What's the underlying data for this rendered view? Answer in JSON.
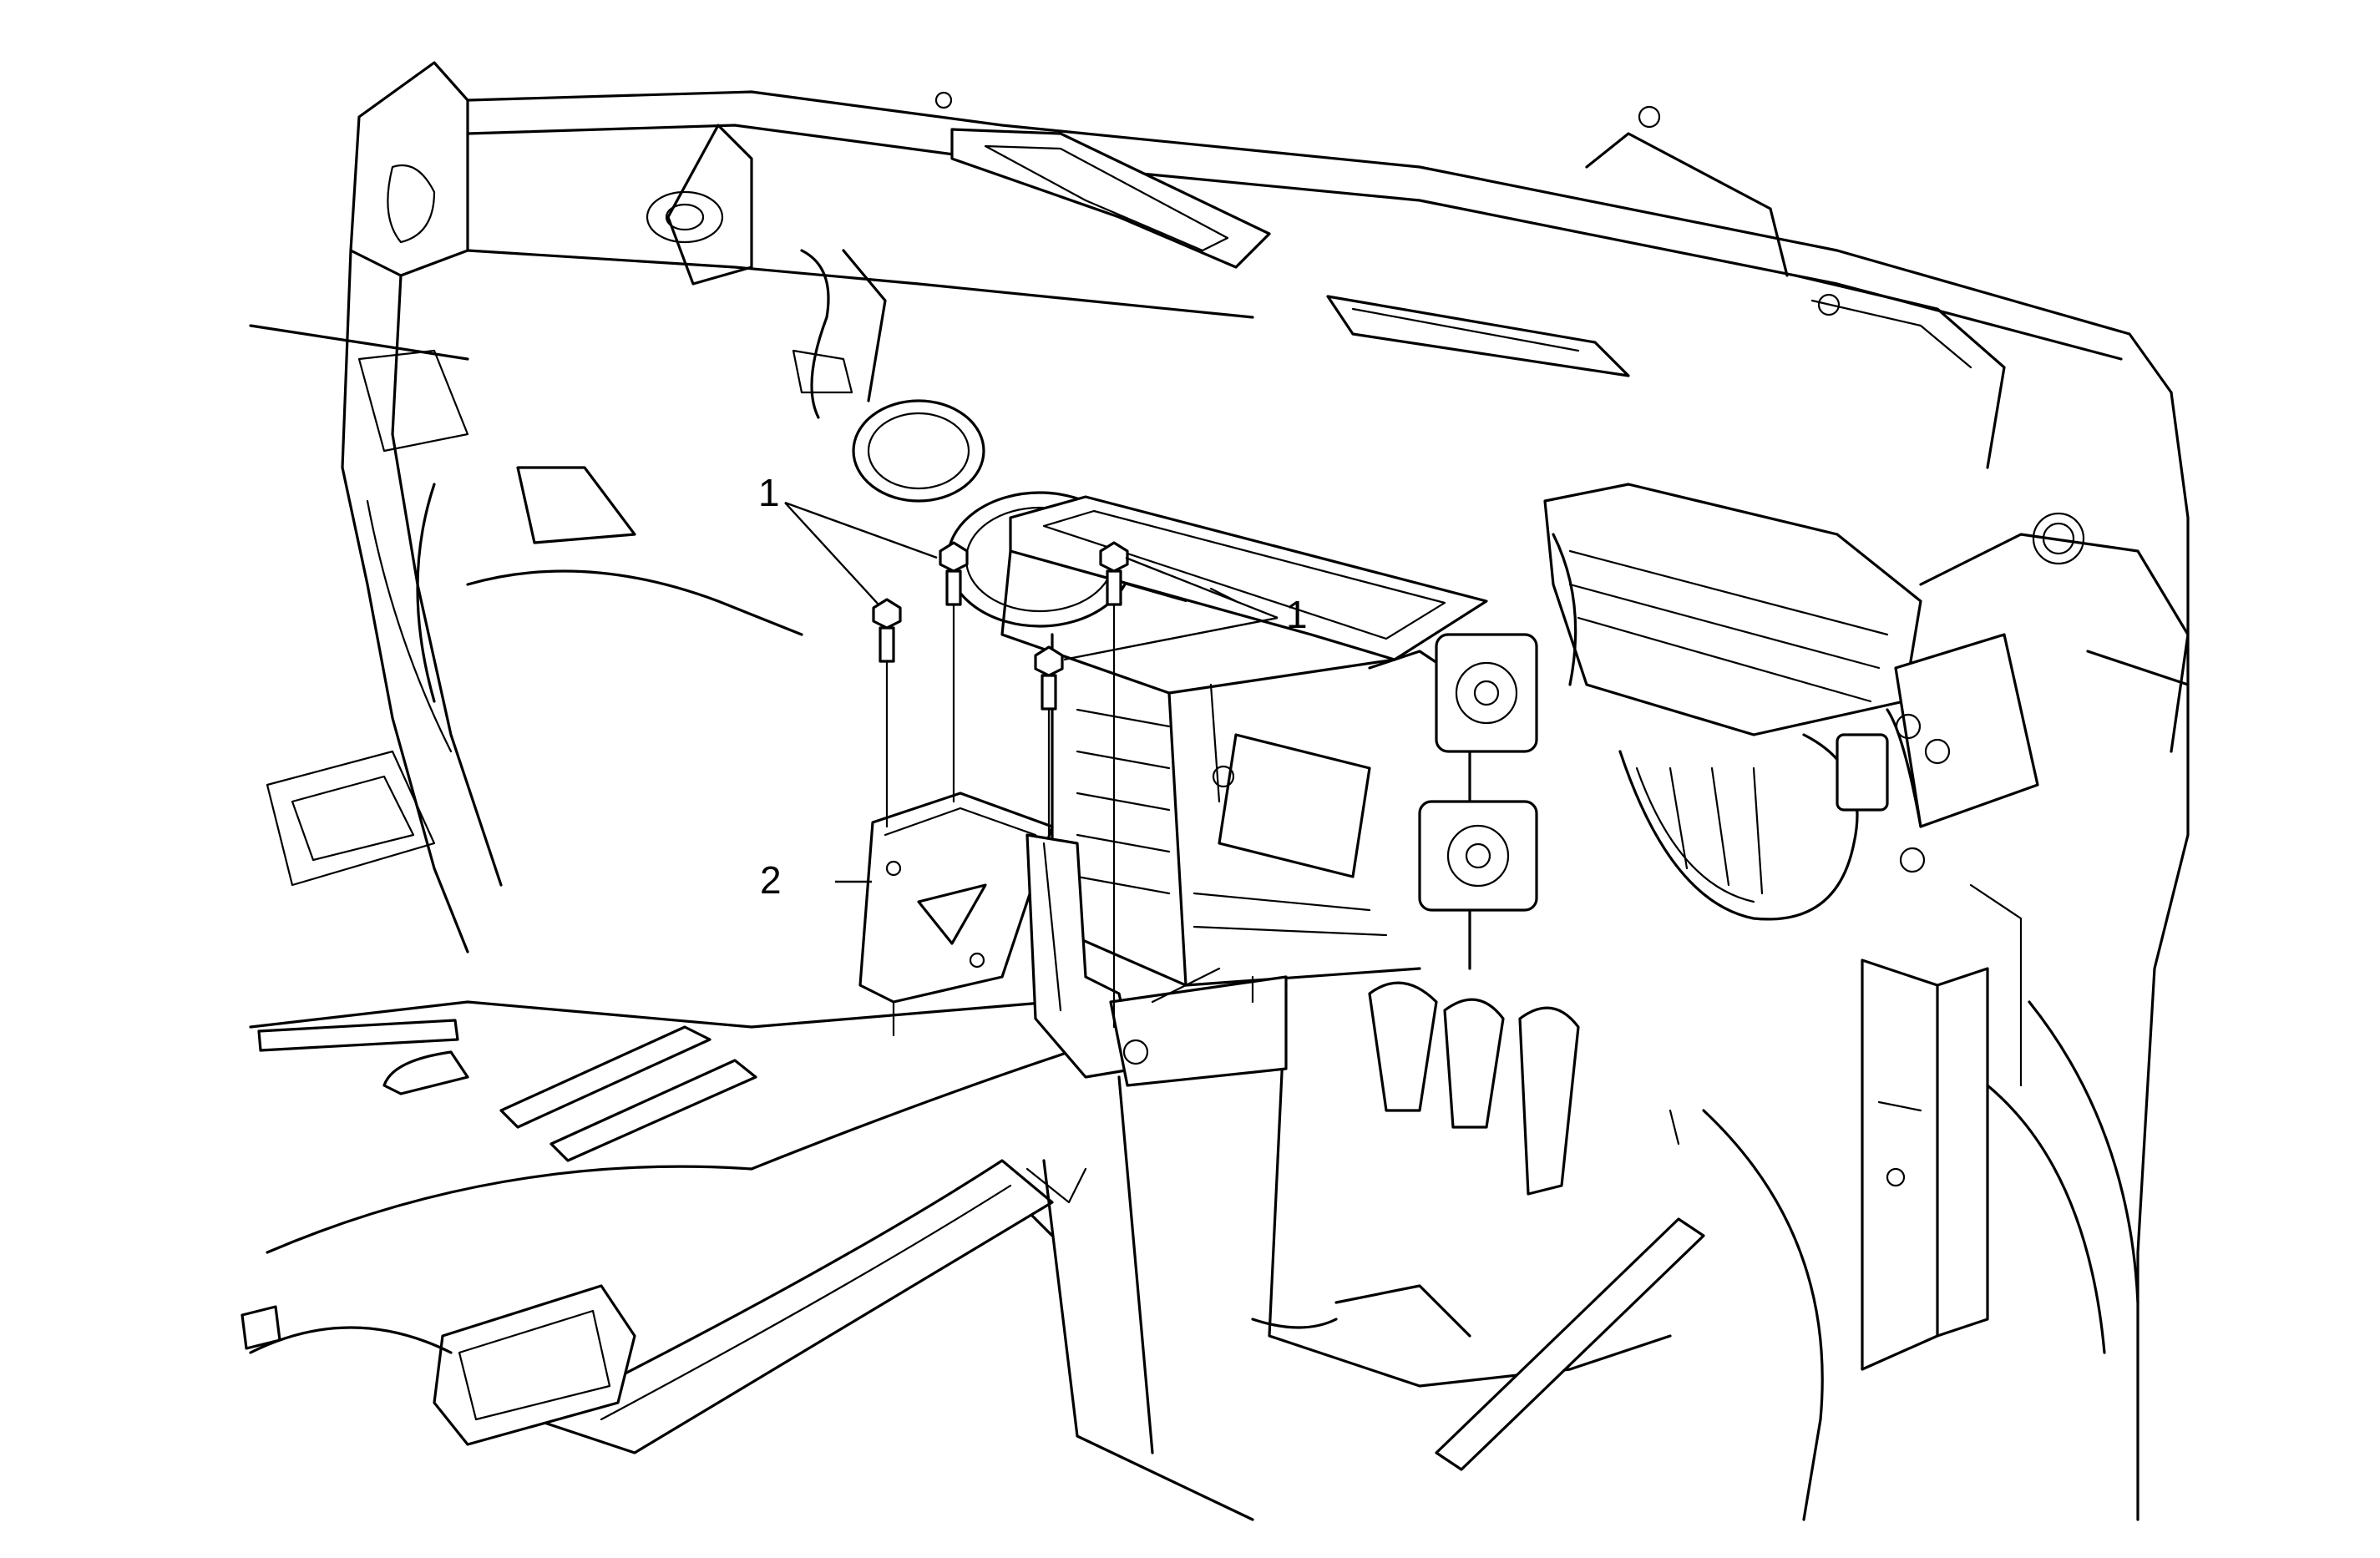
{
  "callouts": {
    "bolts_upper_left": "1",
    "bolts_right": "1",
    "bracket": "2"
  }
}
